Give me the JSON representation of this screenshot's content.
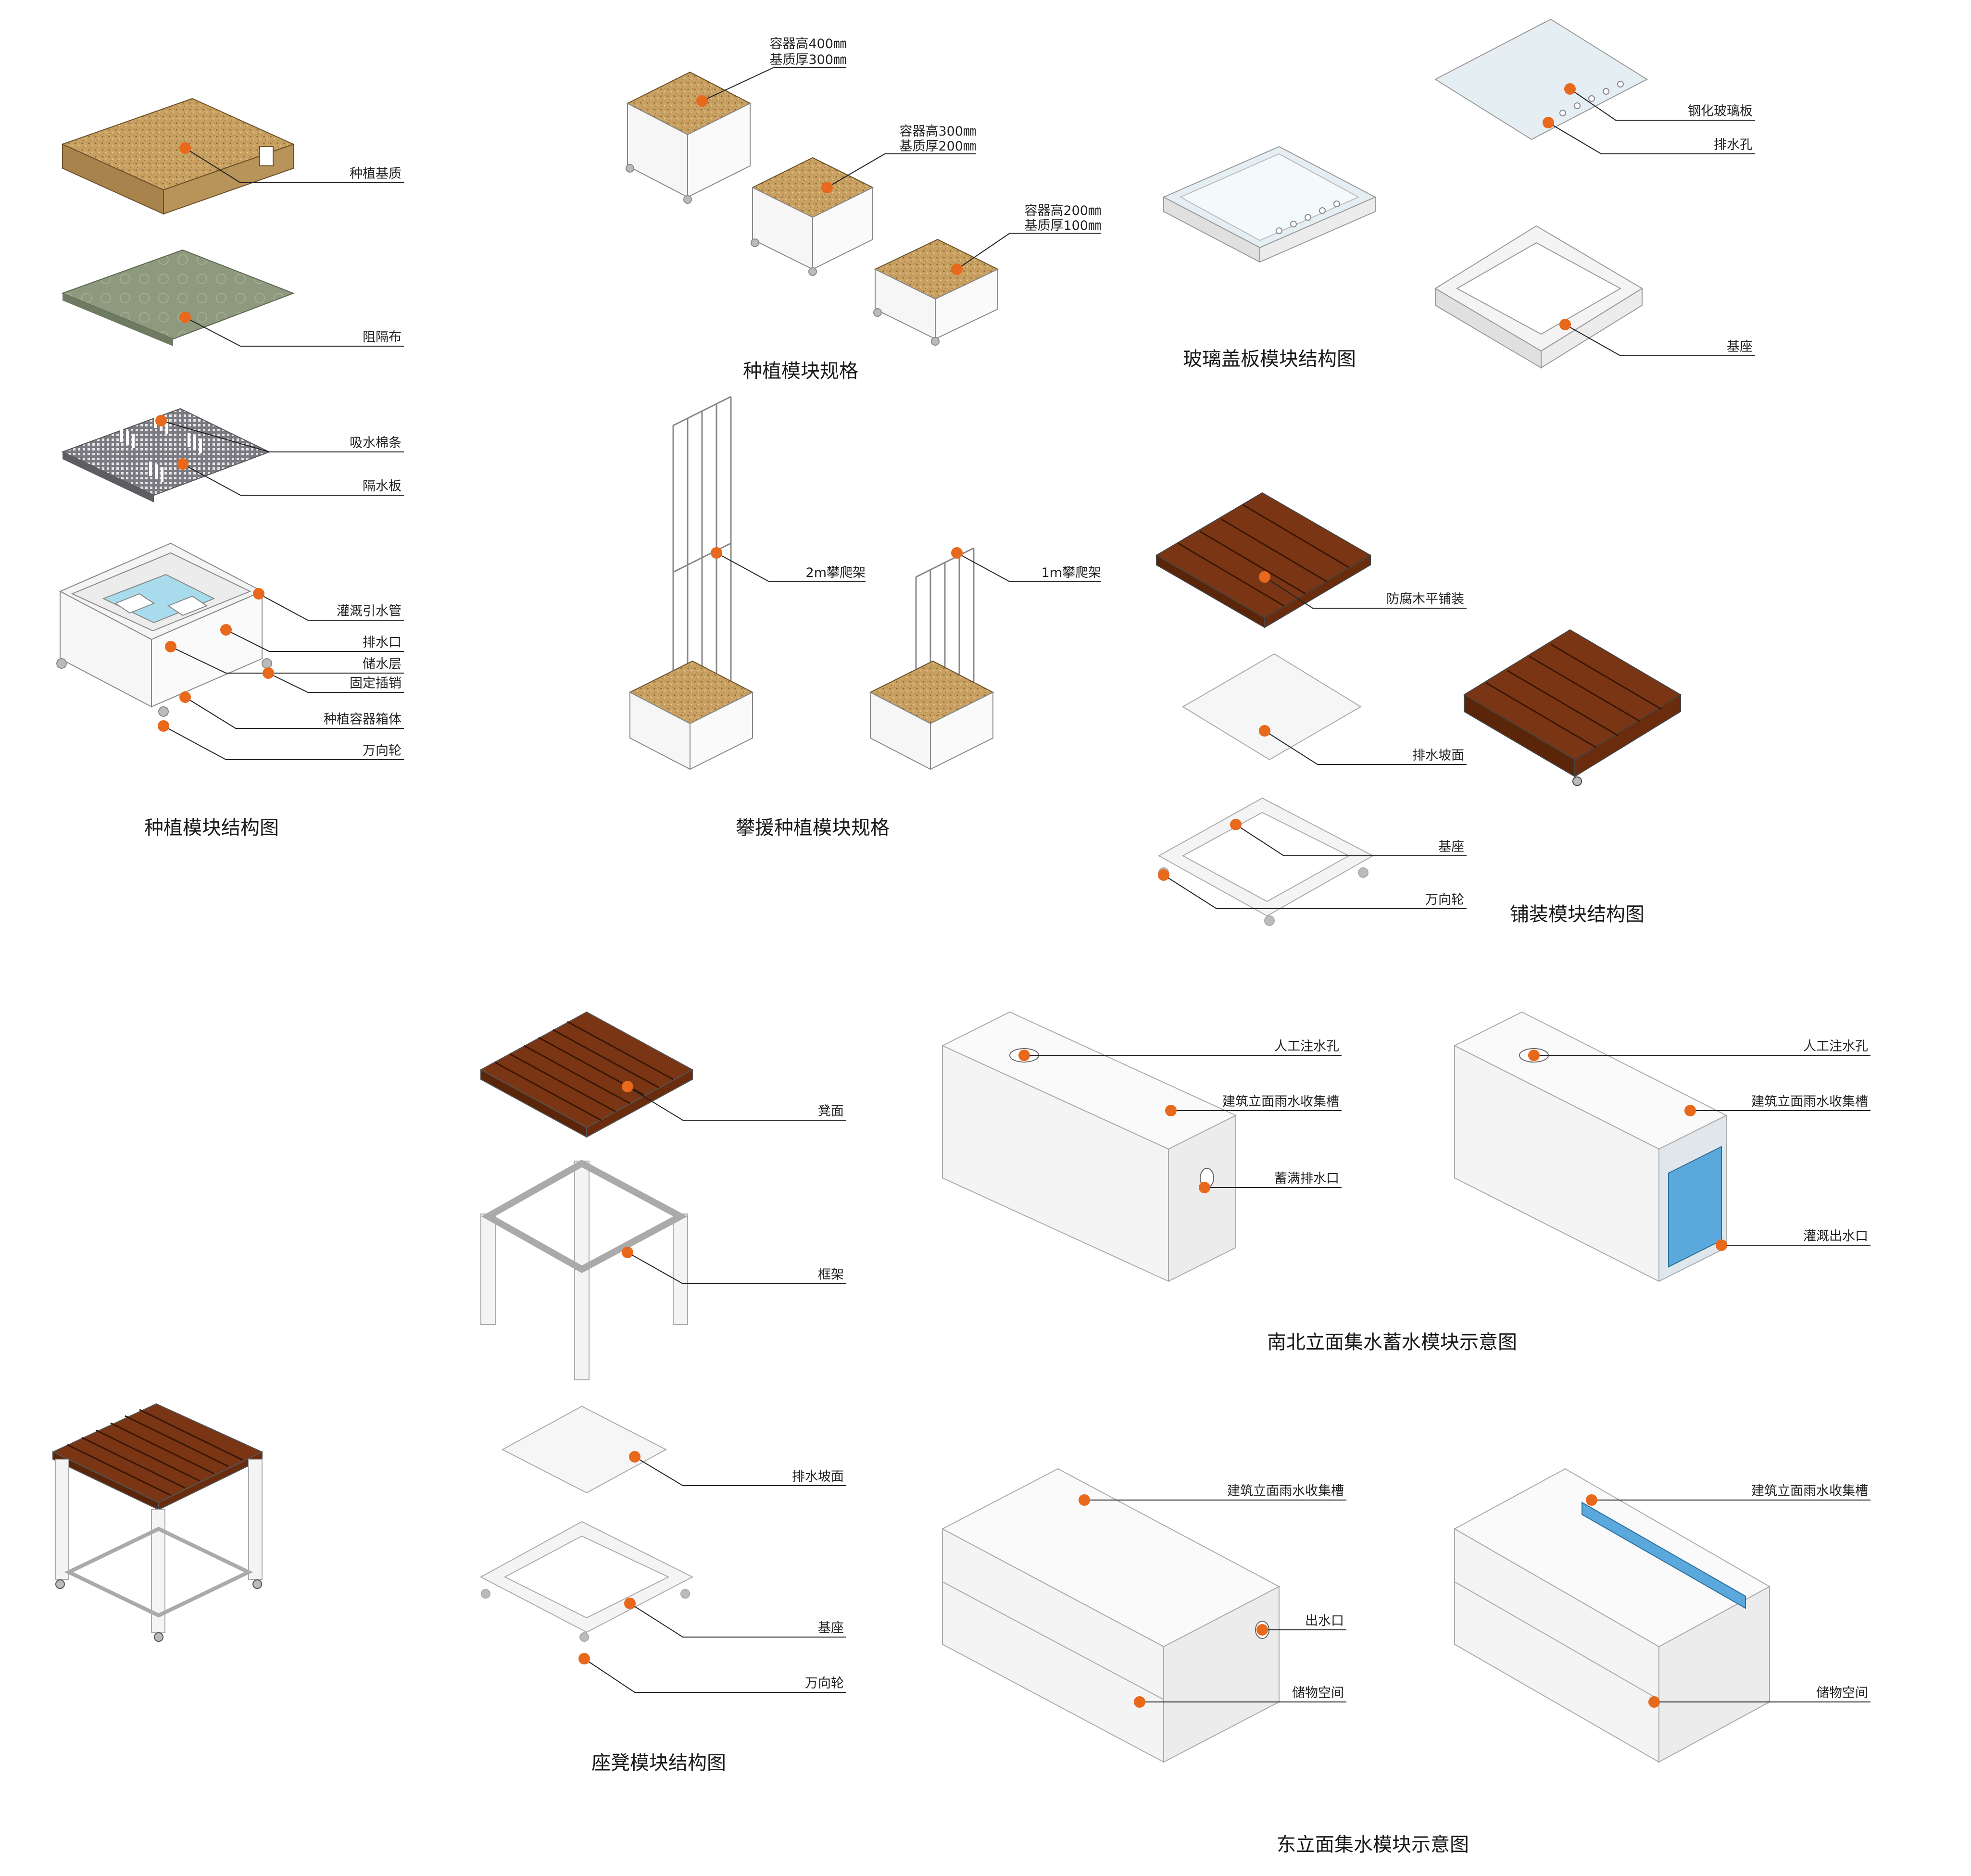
{
  "colors": {
    "accent": "#e8681c",
    "soil": "#c9a263",
    "wood": "#7a3514",
    "glass": "#e4eef3",
    "water": "#5aa8dc",
    "line": "#222222"
  },
  "titles": {
    "planting_structure": "种植模块结构图",
    "planting_spec": "种植模块规格",
    "climbing_spec": "攀援种植模块规格",
    "glass_cover": "玻璃盖板模块结构图",
    "paving": "铺装模块结构图",
    "seat": "座凳模块结构图",
    "ns_water": "南北立面集水蓄水模块示意图",
    "east_water": "东立面集水模块示意图"
  },
  "labels": {
    "substrate": "种植基质",
    "barrier": "阻隔布",
    "wick": "吸水棉条",
    "drain_board": "隔水板",
    "irrigation_pipe": "灌溉引水管",
    "drain_outlet": "排水口",
    "water_layer": "储水层",
    "pin": "固定插销",
    "box": "种植容器箱体",
    "caster": "万向轮",
    "spec400": "容器高400㎜",
    "spec400b": "基质厚300㎜",
    "spec300": "容器高300㎜",
    "spec300b": "基质厚200㎜",
    "spec200": "容器高200㎜",
    "spec200b": "基质厚100㎜",
    "trellis2m": "2m攀爬架",
    "trellis1m": "1m攀爬架",
    "tempered_glass": "钢化玻璃板",
    "drain_hole": "排水孔",
    "glass_base": "基座",
    "wood_paving": "防腐木平铺装",
    "slope": "排水坡面",
    "paving_base": "基座",
    "paving_caster": "万向轮",
    "seat_top": "凳面",
    "frame": "框架",
    "seat_slope": "排水坡面",
    "seat_base": "基座",
    "seat_caster": "万向轮",
    "inlet": "人工注水孔",
    "gutter": "建筑立面雨水收集槽",
    "overflow": "蓄满排水口",
    "inlet2": "人工注水孔",
    "gutter2": "建筑立面雨水收集槽",
    "irrig_out": "灌溉出水口",
    "gutter3": "建筑立面雨水收集槽",
    "outlet": "出水口",
    "storage": "储物空间",
    "gutter4": "建筑立面雨水收集槽",
    "storage2": "储物空间"
  }
}
